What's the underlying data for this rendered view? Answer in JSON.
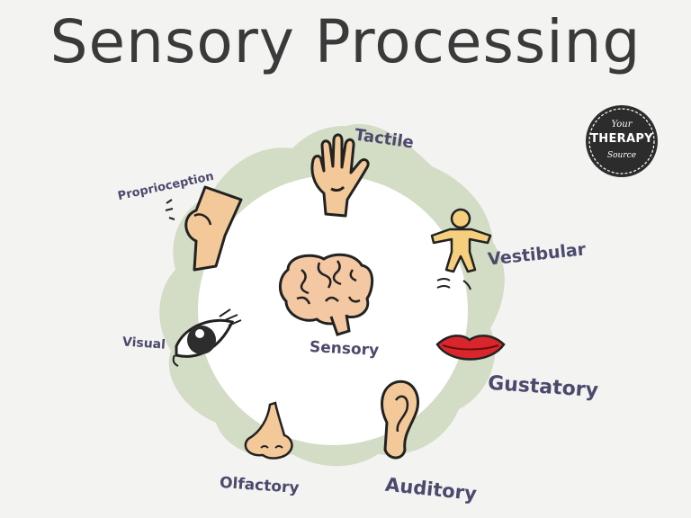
{
  "title": "Sensory Processing",
  "badge": {
    "top": "Your",
    "middle": "THERAPY",
    "bottom": "Source"
  },
  "center_label": "Sensory",
  "senses": [
    {
      "name": "Tactile",
      "icon": "hand-icon"
    },
    {
      "name": "Vestibular",
      "icon": "balance-figure-icon"
    },
    {
      "name": "Gustatory",
      "icon": "lips-icon"
    },
    {
      "name": "Auditory",
      "icon": "ear-icon"
    },
    {
      "name": "Olfactory",
      "icon": "nose-icon"
    },
    {
      "name": "Visual",
      "icon": "eye-icon"
    },
    {
      "name": "Proprioception",
      "icon": "knee-joint-icon"
    }
  ],
  "colors": {
    "ring": "#d3dcc4",
    "skin": "#f3c999",
    "label": "#4b4a6e",
    "brain": "#f4c8a2",
    "lips": "#d9262c"
  }
}
